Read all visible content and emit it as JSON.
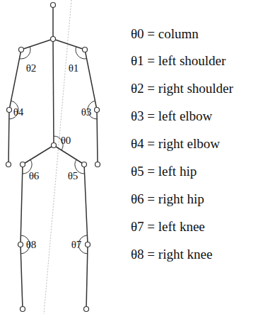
{
  "diagram": {
    "labels": [
      "θ2",
      "θ1",
      "θ4",
      "θ3",
      "θ0",
      "θ6",
      "θ5",
      "θ8",
      "θ7",
      "θ0 = column",
      "θ1 = left shoulder",
      "θ2 = right shoulder",
      "θ3 = left elbow",
      "θ4 = right elbow",
      "θ5 = left hip",
      "θ6 = right hip",
      "θ7 = left knee",
      "θ8 = right knee"
    ]
  }
}
